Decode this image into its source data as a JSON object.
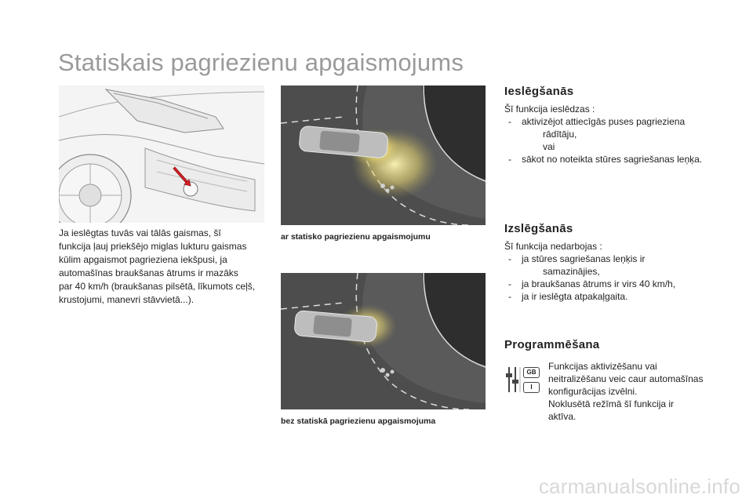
{
  "title": "Statiskais pagriezienu apgaismojums",
  "left": {
    "paragraph_lines": [
      "Ja ieslēgtas tuvās vai tālās gaismas, šī",
      "funkcija ļauj priekšējo miglas lukturu gaismas",
      "kūlim apgaismot pagrieziena iekšpusi, ja",
      "automašīnas braukšanas ātrums ir mazāks",
      "par 40 km/h (braukšanas pilsētā, līkumots ceļš,",
      "krustojumi, manevri stāvvietā...)."
    ]
  },
  "middle": {
    "caption_top": "ar statisko pagriezienu apgaismojumu",
    "caption_bottom": "bez statiskā pagriezienu apgaismojuma"
  },
  "ieslegsana": {
    "heading": "Ieslēgšanās",
    "intro": "Šī funkcija ieslēdzas :",
    "item1_line1": "aktivizējot attiecīgās puses pagrieziena",
    "item1_line2": "rādītāju,",
    "item1_line3": "vai",
    "item2": "sākot no noteikta stūres sagriešanas leņķa.",
    "dash": "-"
  },
  "izslegsana": {
    "heading": "Izslēgšanās",
    "intro": "Šī funkcija nedarbojas :",
    "item1_line1": "ja stūres sagriešanas leņķis ir",
    "item1_line2": "samazinājies,",
    "item2": "ja braukšanas ātrums ir virs 40 km/h,",
    "item3": "ja ir ieslēgta atpakaļgaita."
  },
  "programmesana": {
    "heading": "Programmēšana",
    "icon_badge_top": "GB",
    "icon_badge_bottom": "I",
    "lines": [
      "Funkcijas aktivizēšanu vai",
      "neitralizēšanu veic caur automašīnas",
      "konfigurācijas izvēlni.",
      "Noklusētā režīmā šī funkcija ir",
      "aktīva."
    ]
  },
  "watermark": "carmanualsonline.info"
}
